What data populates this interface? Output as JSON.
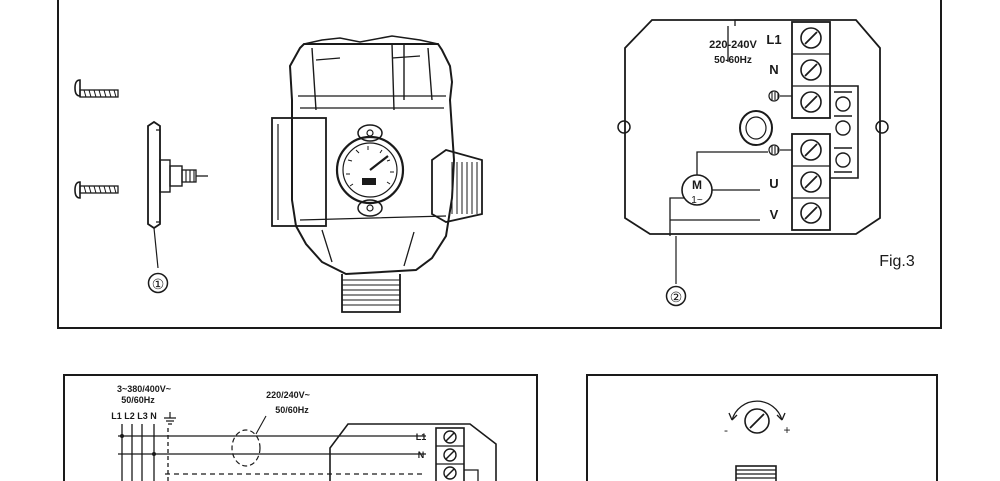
{
  "fig3": {
    "caption": "Fig.3",
    "supply_voltage": "220-240V",
    "supply_frequency": "50-60Hz",
    "terminal_l1": "L1",
    "terminal_n": "N",
    "terminal_u": "U",
    "terminal_v": "V",
    "motor_symbol": "M",
    "motor_phase": "1~",
    "callout_1": "①",
    "callout_2": "②"
  },
  "three_phase": {
    "voltage": "3~380/400V~",
    "frequency": "50/60Hz",
    "conductors": "L1 L2 L3 N",
    "single_voltage": "220/240V~",
    "single_frequency": "50/60Hz",
    "terminal_l1": "L1",
    "terminal_n": "N"
  },
  "adjust": {
    "minus": "-",
    "plus": "+"
  }
}
